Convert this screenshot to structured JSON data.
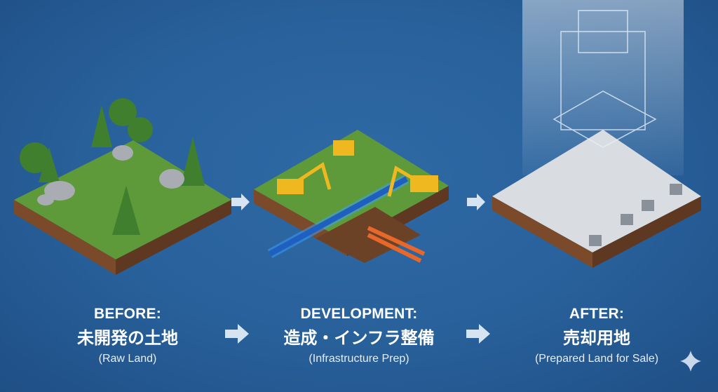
{
  "stages": [
    {
      "title": "BEFORE:",
      "title_jp": "未開発の土地",
      "subtitle": "(Raw Land)"
    },
    {
      "title": "DEVELOPMENT:",
      "title_jp": "造成・インフラ整備",
      "subtitle": "(Infrastructure Prep)"
    },
    {
      "title": "AFTER:",
      "title_jp": "売却用地",
      "subtitle": "(Prepared Land for Sale)"
    }
  ],
  "colors": {
    "background": "#28609a",
    "arrow": "#d6e3f1",
    "grass": "#5f9a3a",
    "soil": "#7a4a2a",
    "slab": "#d9dde2",
    "pipe_blue": "#3aa0ff",
    "pipe_orange": "#e8672a"
  }
}
